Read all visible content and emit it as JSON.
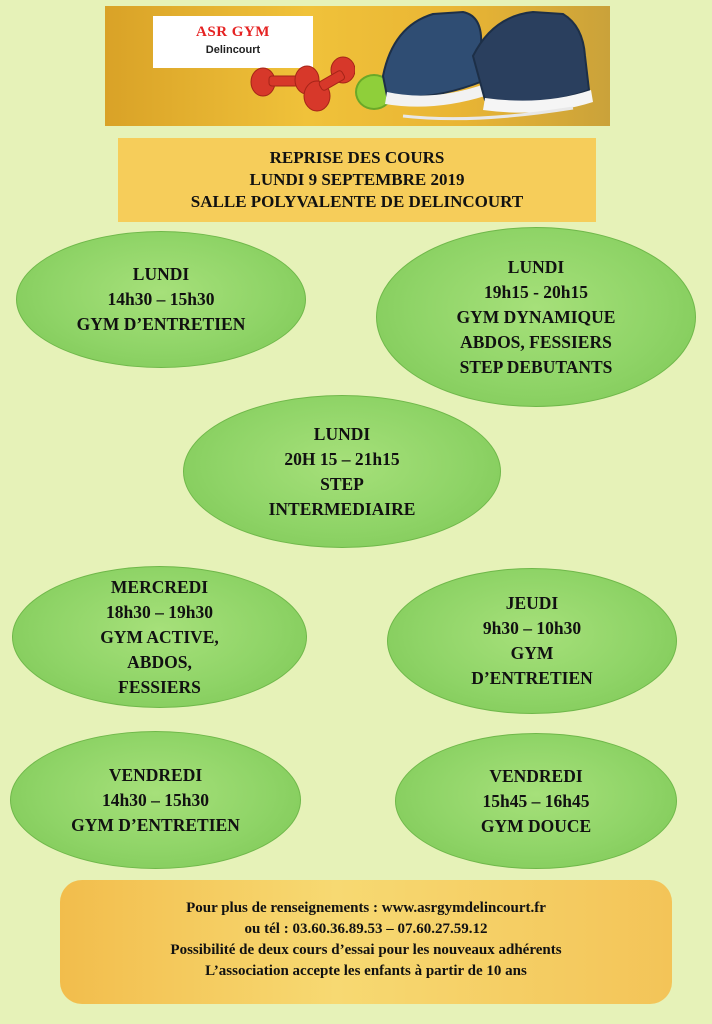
{
  "header": {
    "logo_title": "ASR GYM",
    "logo_sub": "Delincourt"
  },
  "announcement": {
    "line1": "REPRISE DES COURS",
    "line2": "LUNDI 9 SEPTEMBRE 2019",
    "line3": "SALLE POLYVALENTE DE DELINCOURT"
  },
  "classes": [
    {
      "lines": [
        "LUNDI",
        "14h30 – 15h30",
        "GYM D’ENTRETIEN"
      ]
    },
    {
      "lines": [
        "LUNDI",
        "19h15 - 20h15",
        "GYM DYNAMIQUE",
        "ABDOS, FESSIERS",
        "STEP DEBUTANTS"
      ]
    },
    {
      "lines": [
        "LUNDI",
        "20H 15 – 21h15",
        "STEP",
        "INTERMEDIAIRE"
      ]
    },
    {
      "lines": [
        "MERCREDI",
        "18h30 – 19h30",
        "GYM ACTIVE,",
        "ABDOS,",
        "FESSIERS"
      ]
    },
    {
      "lines": [
        "JEUDI",
        "9h30 – 10h30",
        "GYM",
        "D’ENTRETIEN"
      ]
    },
    {
      "lines": [
        "VENDREDI",
        "14h30 – 15h30",
        "GYM D’ENTRETIEN"
      ]
    },
    {
      "lines": [
        "VENDREDI",
        "15h45 – 16h45",
        "GYM DOUCE"
      ]
    }
  ],
  "footer": {
    "line1": "Pour plus de renseignements : www.asrgymdelincourt.fr",
    "line2": "ou tél : 03.60.36.89.53 – 07.60.27.59.12",
    "line3": "Possibilité de  deux cours d’essai pour les nouveaux adhérents",
    "line4": "L’association accepte les enfants à partir de 10 ans"
  },
  "colors": {
    "background": "#e6f2b8",
    "oval_green": "#8fd467",
    "title_yellow": "#f6cd5a",
    "logo_red": "#e52222"
  }
}
